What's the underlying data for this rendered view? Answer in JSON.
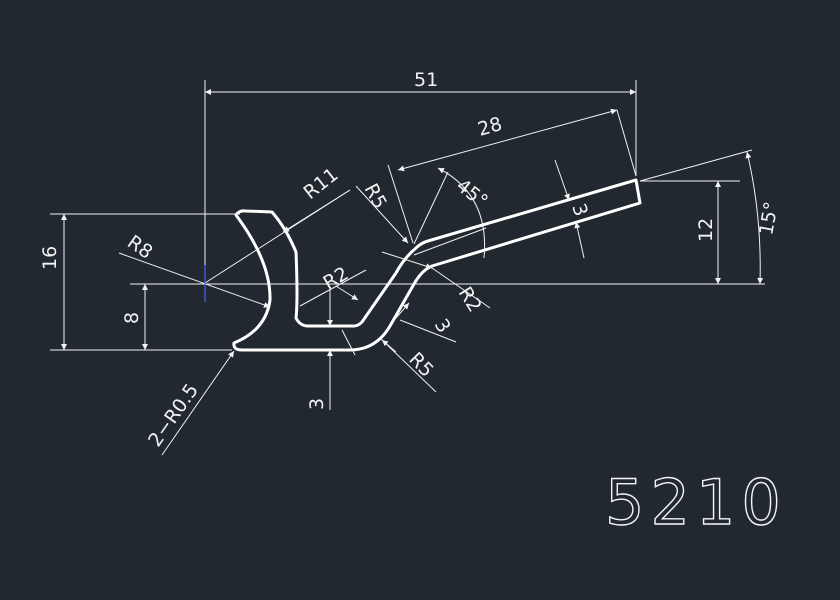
{
  "part_number": "5210",
  "dimensions": {
    "overall_width": "51",
    "arm_length": "28",
    "height_left": "16",
    "height_mid": "8",
    "height_right": "12",
    "arm_thickness": "3",
    "bottom_thickness": "3",
    "slope_thickness": "3",
    "angle_45": "45°",
    "angle_15": "15°"
  },
  "radii": {
    "r8": "R8",
    "r11": "R11",
    "r5_top": "R5",
    "r2_inner": "R2",
    "r2_outer": "R2",
    "r5_bottom": "R5",
    "r05_corners": "2−R0.5"
  },
  "colors": {
    "background": "#212830",
    "lines": "#f2f2f2",
    "center_mark": "#4a5cff"
  }
}
